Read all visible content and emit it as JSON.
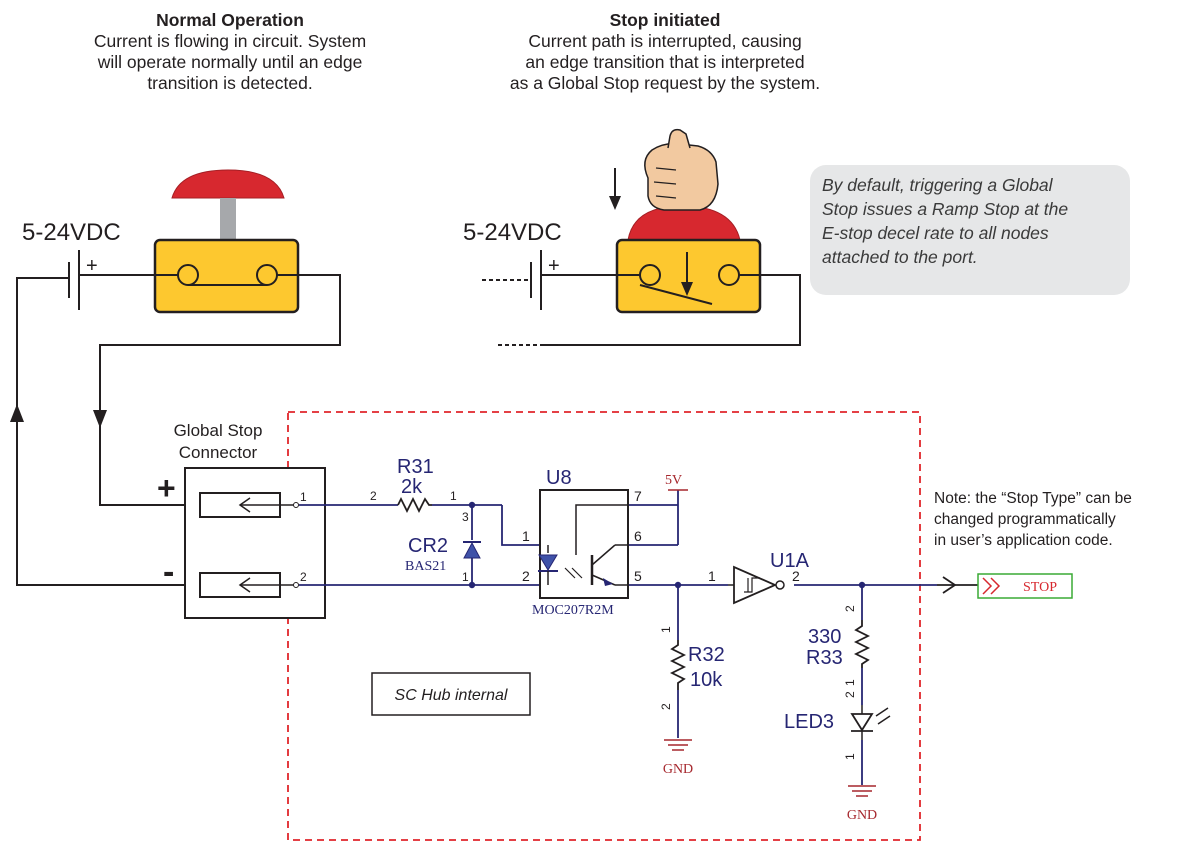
{
  "headers": {
    "normal": {
      "title": "Normal Operation",
      "line1": "Current is flowing in circuit. System",
      "line2": "will operate normally until an edge",
      "line3": "transition is detected."
    },
    "stop": {
      "title": "Stop initiated",
      "line1": "Current path is interrupted, causing",
      "line2": "an edge transition that is interpreted",
      "line3": "as a Global Stop request by the system."
    }
  },
  "supply": {
    "left_voltage": "5-24VDC",
    "right_voltage": "5-24VDC",
    "plus": "+"
  },
  "callout": {
    "line1": "By default, triggering a Global",
    "line2": "Stop issues a Ramp Stop at the",
    "line3": "E-stop decel rate to all nodes",
    "line4": "attached to the port."
  },
  "connector": {
    "title_line1": "Global Stop",
    "title_line2": "Connector",
    "plus": "+",
    "minus": "-",
    "pin1": "1",
    "pin2": "2"
  },
  "components": {
    "r31": {
      "ref": "R31",
      "value": "2k",
      "pin_left": "2",
      "pin_right": "1"
    },
    "cr2": {
      "ref": "CR2",
      "part": "BAS21",
      "pin_top": "3",
      "pin_bottom": "1"
    },
    "u8": {
      "ref": "U8",
      "part": "MOC207R2M",
      "p1": "1",
      "p2": "2",
      "p5": "5",
      "p6": "6",
      "p7": "7"
    },
    "vcc": "5V",
    "u1a": {
      "ref": "U1A",
      "pin_in": "1",
      "pin_out": "2"
    },
    "r32": {
      "ref": "R32",
      "value": "10k",
      "pin_top": "1",
      "pin_bottom": "2"
    },
    "r33": {
      "ref": "R33",
      "value": "330",
      "pin_top": "2",
      "pin_bottom": "1"
    },
    "led3": {
      "ref": "LED3",
      "pin_top": "2",
      "pin_bottom": "1"
    },
    "gnd1": "GND",
    "gnd2": "GND",
    "stop_port": "STOP",
    "internal_label": "SC Hub internal"
  },
  "side_note": {
    "line1": "Note: the “Stop Type” can be",
    "line2": "changed programmatically",
    "line3": "in user’s application code."
  },
  "colors": {
    "button_red": "#d7282f",
    "switch_yellow": "#fdc82f",
    "wire_blue": "#262673",
    "net_red": "#a6272d",
    "stop_green": "#3aaa35",
    "boundary_red": "#e0262b"
  }
}
